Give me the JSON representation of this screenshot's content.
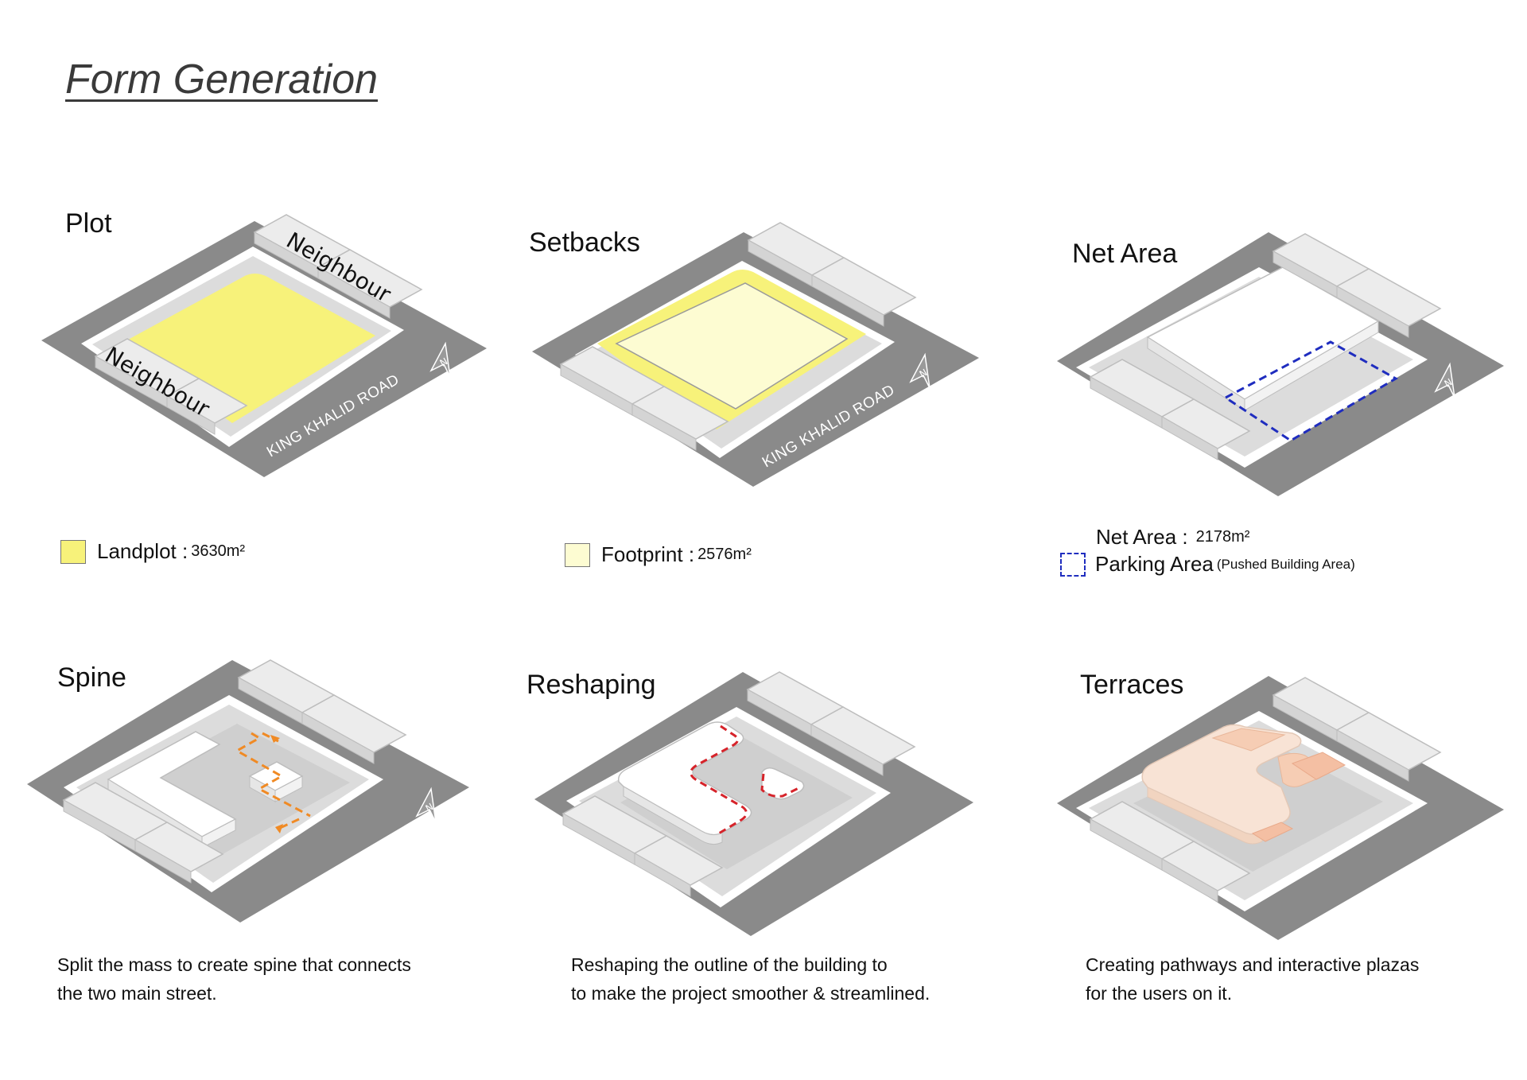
{
  "title": "Form Generation",
  "colors": {
    "road": "#8a8a8a",
    "landplot": "#f7f27a",
    "footprint": "#fdfcd2",
    "parking_outline": "#1f2dbf",
    "spine_arrows": "#f08a24",
    "reshape_line": "#d6232a",
    "terrace": "#f6cdb4"
  },
  "panels": [
    {
      "title": "Plot",
      "road_label": "KING KHALID ROAD",
      "neighbour_labels": [
        "Neighbour",
        "Neighbour"
      ],
      "north_label": "N",
      "legend": {
        "label": "Landplot :",
        "value": "3630m²"
      }
    },
    {
      "title": "Setbacks",
      "road_label": "KING KHALID ROAD",
      "north_label": "N",
      "legend": {
        "label": "Footprint :",
        "value": "2576m²"
      }
    },
    {
      "title": "Net Area",
      "north_label": "N",
      "legend": {
        "net_label": "Net Area :",
        "net_value": "2178m²",
        "parking_label": "Parking Area",
        "parking_note": "(Pushed Building Area)"
      }
    },
    {
      "title": "Spine",
      "north_label": "N",
      "caption": "Split the mass to create spine that connects\n the two main street."
    },
    {
      "title": "Reshaping",
      "caption": "Reshaping the outline of the building to\n to make the project smoother & streamlined."
    },
    {
      "title": "Terraces",
      "caption": "Creating  pathways and interactive plazas\nfor the users on it."
    }
  ]
}
